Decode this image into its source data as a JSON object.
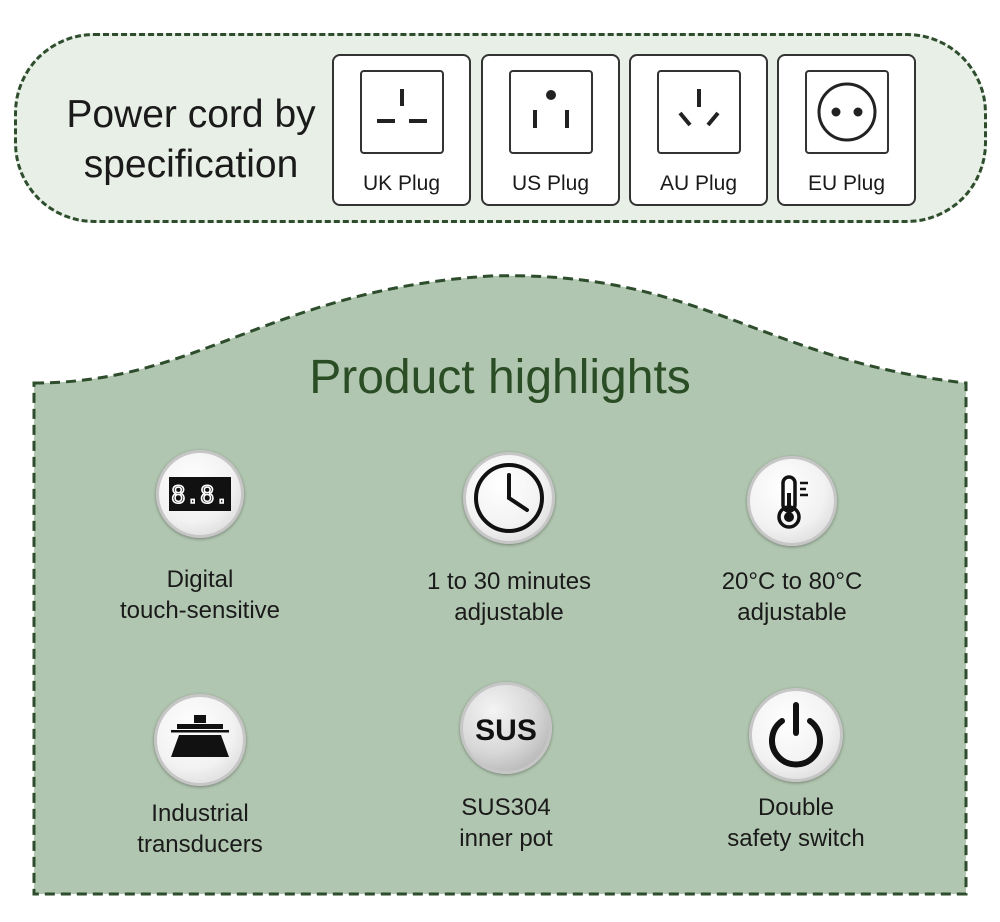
{
  "power_cord": {
    "title_line1": "Power cord by",
    "title_line2": "specification",
    "plugs": [
      {
        "label": "UK Plug",
        "icon": "uk-plug-icon"
      },
      {
        "label": "US Plug",
        "icon": "us-plug-icon"
      },
      {
        "label": "AU Plug",
        "icon": "au-plug-icon"
      },
      {
        "label": "EU Plug",
        "icon": "eu-plug-icon"
      }
    ]
  },
  "highlights": {
    "title": "Product highlights",
    "display_glyph": "8.8.",
    "sus_glyph": "SUS",
    "features": [
      {
        "line1": "Digital",
        "line2": "touch-sensitive",
        "icon": "digital-display-icon"
      },
      {
        "line1": "1 to 30 minutes",
        "line2": "adjustable",
        "icon": "clock-icon"
      },
      {
        "line1": "20°C to 80°C",
        "line2": "adjustable",
        "icon": "thermometer-icon"
      },
      {
        "line1": "Industrial",
        "line2": "transducers",
        "icon": "transducer-icon"
      },
      {
        "line1": "SUS304",
        "line2": "inner pot",
        "icon": "sus-steel-icon"
      },
      {
        "line1": "Double",
        "line2": "safety switch",
        "icon": "power-switch-icon"
      }
    ]
  },
  "colors": {
    "banner_fill": "#e8efe6",
    "panel_fill": "#b1c6b0",
    "border_dark_green": "#2d4d2d",
    "title_green": "#2a4d25"
  }
}
